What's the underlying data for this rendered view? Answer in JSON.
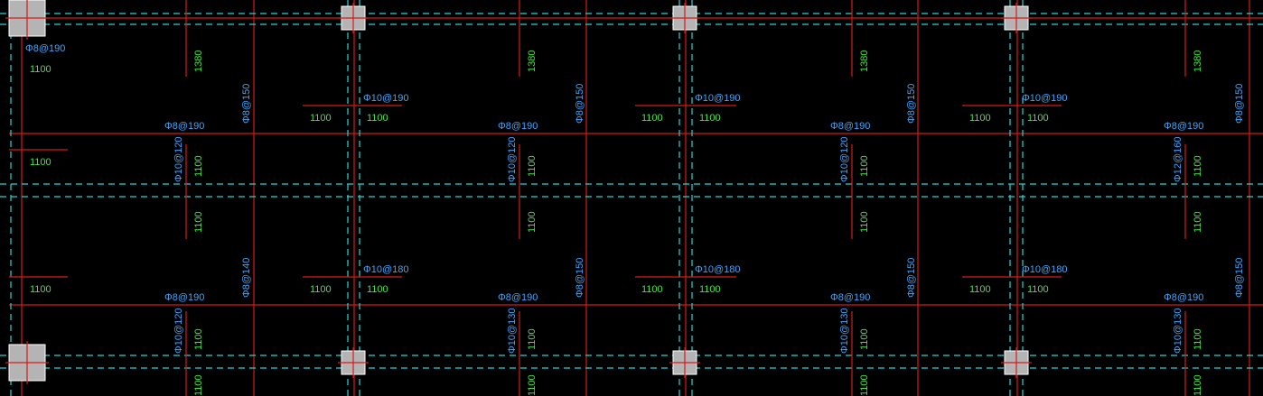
{
  "colors": {
    "background": "#000000",
    "axis_red": "#d41a1a",
    "dash_cyan": "#2ad4d4",
    "column_fill": "#b4b4b4",
    "column_outline": "#ffffff",
    "label_cyan": "#3aa7ff",
    "label_green": "#3ee83e"
  },
  "labels": {
    "phi8_190": "Φ8@190",
    "phi8_150": "Φ8@150",
    "phi8_140": "Φ8@140",
    "phi10_190": "Φ10@190",
    "phi10_180": "Φ10@180",
    "phi10_120": "Φ10@120",
    "phi10_130": "Φ10@130",
    "phi12_160": "Φ12@160",
    "len_1100": "1100",
    "len_1380": "1380"
  }
}
